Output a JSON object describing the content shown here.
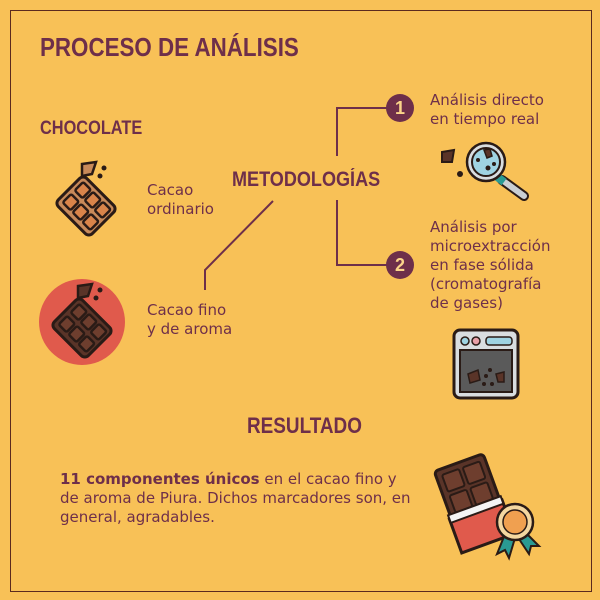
{
  "title": "PROCESO DE ANÁLISIS",
  "chocolate": {
    "heading": "CHOCOLATE",
    "items": [
      {
        "label_line1": "Cacao",
        "label_line2": "ordinario",
        "icon": "chocolate-bar-icon"
      },
      {
        "label_line1": "Cacao fino",
        "label_line2": "y de aroma",
        "icon": "chocolate-bar-highlighted-icon"
      }
    ]
  },
  "methodologies": {
    "heading": "METODOLOGÍAS",
    "items": [
      {
        "number": "1",
        "lines": [
          "Análisis directo",
          "en tiempo real"
        ],
        "icon": "magnifier-icon"
      },
      {
        "number": "2",
        "lines": [
          "Análisis por",
          "microextracción",
          "en fase sólida",
          "(cromatografía",
          "de gases)"
        ],
        "icon": "oven-icon"
      }
    ]
  },
  "result": {
    "heading": "RESULTADO",
    "bold": "11 componentes únicos",
    "text": " en el cacao fino y de aroma de Piura. Dichos marcadores son, en general, agradables.",
    "icon": "award-chocolate-icon"
  },
  "colors": {
    "background": "#f8c157",
    "primary": "#6e2f4a",
    "highlight_circle": "#e05a4c",
    "border": "#5b2a1e"
  }
}
